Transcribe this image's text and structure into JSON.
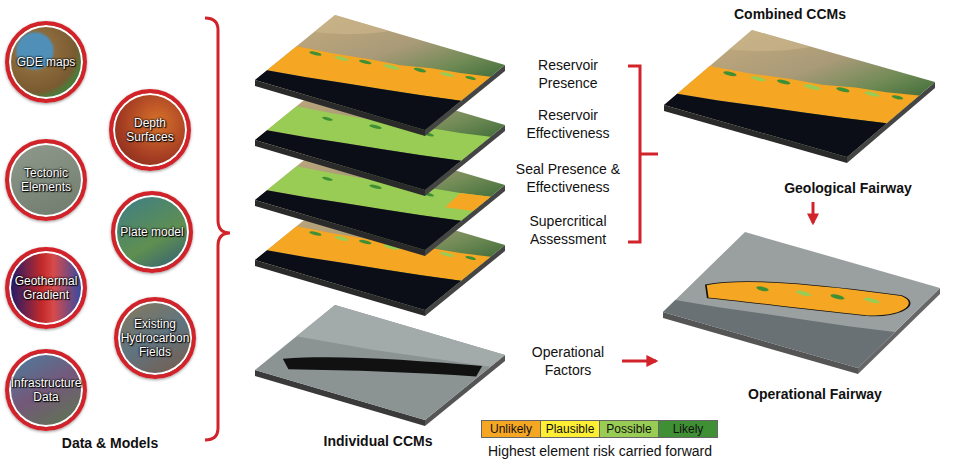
{
  "diagram": {
    "nodes": [
      {
        "text": [
          "GDE maps"
        ]
      },
      {
        "text": [
          "Depth Surfaces"
        ]
      },
      {
        "text": [
          "Tectonic Elements"
        ]
      },
      {
        "text": [
          "Plate model"
        ]
      },
      {
        "text": [
          "Geothermal Gradient"
        ]
      },
      {
        "text": [
          "Existing Hydrocarbon Fields"
        ]
      },
      {
        "text": [
          "Infrastructure Data"
        ]
      },
      {
        "text": [
          "Combined CCMs",
          "Geological Fairway"
        ]
      },
      {
        "text": [
          "Operational Fairway"
        ]
      }
    ],
    "edges": [
      {
        "from": 7,
        "to": 8,
        "arrow": "to"
      }
    ],
    "labels": [
      "Reservoir Presence",
      "Reservoir Effectiveness",
      "Seal Presence & Effectiveness",
      "Supercritical Assessment",
      "Operational Factors",
      "Individual CCMs",
      "Data & Models",
      "Highest element risk carried forward"
    ],
    "legend": [
      {
        "text": "Unlikely",
        "color": "#f5a623"
      },
      {
        "text": "Plausible",
        "color": "#ffee33"
      },
      {
        "text": "Possible",
        "color": "#99cc55"
      },
      {
        "text": "Likely",
        "color": "#3f8f35"
      }
    ]
  }
}
